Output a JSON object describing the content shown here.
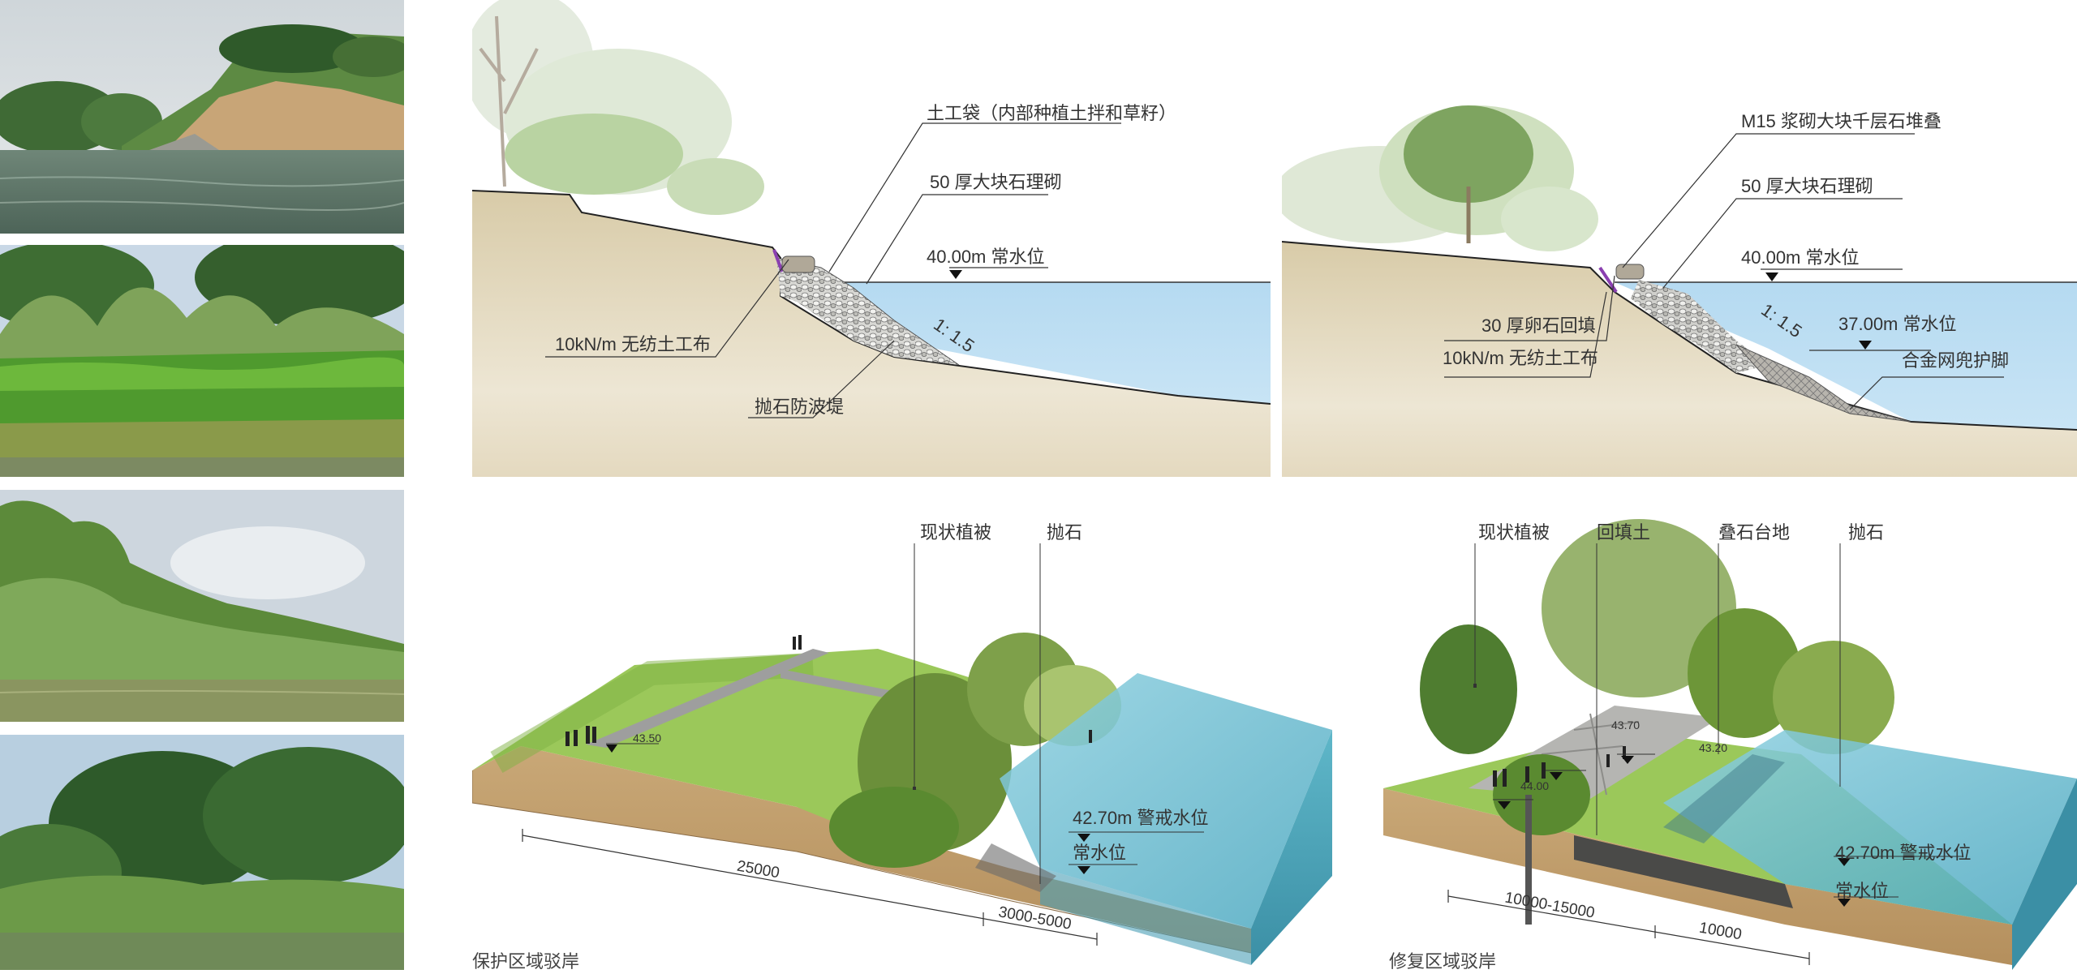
{
  "sections": {
    "protection": {
      "caption": "保护区域驳岸",
      "labels": {
        "geobag": "土工袋（内部种植土拌和草籽）",
        "masonry": "50 厚大块石理砌",
        "water_level": "40.00m 常水位",
        "slope": "1: 1.5",
        "geotextile": "10kN/m 无纺土工布",
        "breakwater": "抛石防波堤"
      },
      "iso": {
        "vegetation": "现状植被",
        "riprap": "抛石",
        "elev_path": "43.50",
        "warning_level": "42.70m 警戒水位",
        "normal_level": "常水位",
        "dim_a": "25000",
        "dim_b": "3000-5000"
      }
    },
    "restoration": {
      "caption": "修复区域驳岸",
      "labels": {
        "stack": "M15 浆砌大块千层石堆叠",
        "masonry": "50 厚大块石理砌",
        "water_level": "40.00m 常水位",
        "slope": "1: 1.5",
        "level_37": "37.00m 常水位",
        "gravel": "30 厚卵石回填",
        "geotextile": "10kN/m 无纺土工布",
        "gabion": "合金网兜护脚"
      },
      "iso": {
        "vegetation": "现状植被",
        "backfill": "回填土",
        "terrace": "叠石台地",
        "riprap": "抛石",
        "elev_a": "43.70",
        "elev_b": "43.20",
        "elev_c": "44.00",
        "warning_level": "42.70m 警戒水位",
        "normal_level": "常水位",
        "dim_a": "10000-15000",
        "dim_b": "10000"
      }
    }
  },
  "colors": {
    "soil": "#d9ccae",
    "water": "#b9dcf0",
    "grass": "#8bc34a",
    "tree": "#5e8c3a",
    "line": "#444444"
  }
}
